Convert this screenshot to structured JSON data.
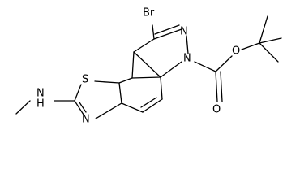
{
  "structure": {
    "atom_labels": {
      "br": "Br",
      "n_top": "N",
      "n_ring": "N",
      "o_ester": "O",
      "o_carbonyl": "O",
      "s": "S",
      "n_thiazole": "N",
      "nh": "N",
      "h": "H"
    },
    "colors": {
      "line": "#000000",
      "background": "#ffffff"
    }
  }
}
